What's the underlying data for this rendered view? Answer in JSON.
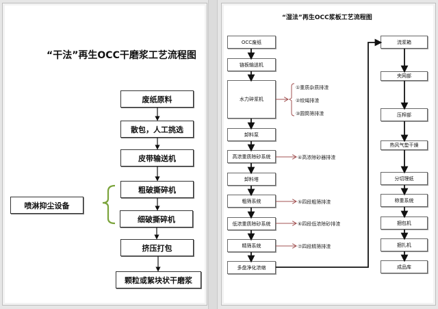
{
  "left_panel": {
    "title": "“干法”再生OCC干磨浆工艺流程图",
    "steps": [
      "废纸原料",
      "散包，人工挑选",
      "皮带输送机",
      "粗破撕碎机",
      "细破撕碎机",
      "挤压打包",
      "颗粒或絮块状干磨浆"
    ],
    "side_equipment": "喷淋抑尘设备",
    "bracket_color": "#7aa33a"
  },
  "right_panel": {
    "title": "“湿法”再生OCC浆板工艺流程图",
    "left_column": [
      "OCC废纸",
      "链板输送机",
      "水力碎浆机",
      "卸料泵",
      "高浓重质除砂系统",
      "卸料塔",
      "粗筛系统",
      "低浓重质除砂系统",
      "精筛系统",
      "多盘净化浓缩"
    ],
    "right_column": [
      "流浆箱",
      "夹网部",
      "压榨部",
      "热风气垫干燥",
      "分切理纸",
      "称重系统",
      "捆包机",
      "捆扎机",
      "成品库"
    ],
    "discharges": {
      "pulper": [
        "①重质杂质排渣",
        "②绞绳排渣",
        "③圆筒筛排渣"
      ],
      "hd_cleaner": "④高浓除砂器排渣",
      "coarse_screen": "⑤四段粗筛排渣",
      "ld_cleaner": "⑥四段低浓除砂排渣",
      "fine_screen": "⑦四段精筛排渣"
    },
    "discharge_arrow_color": "#a05050"
  }
}
